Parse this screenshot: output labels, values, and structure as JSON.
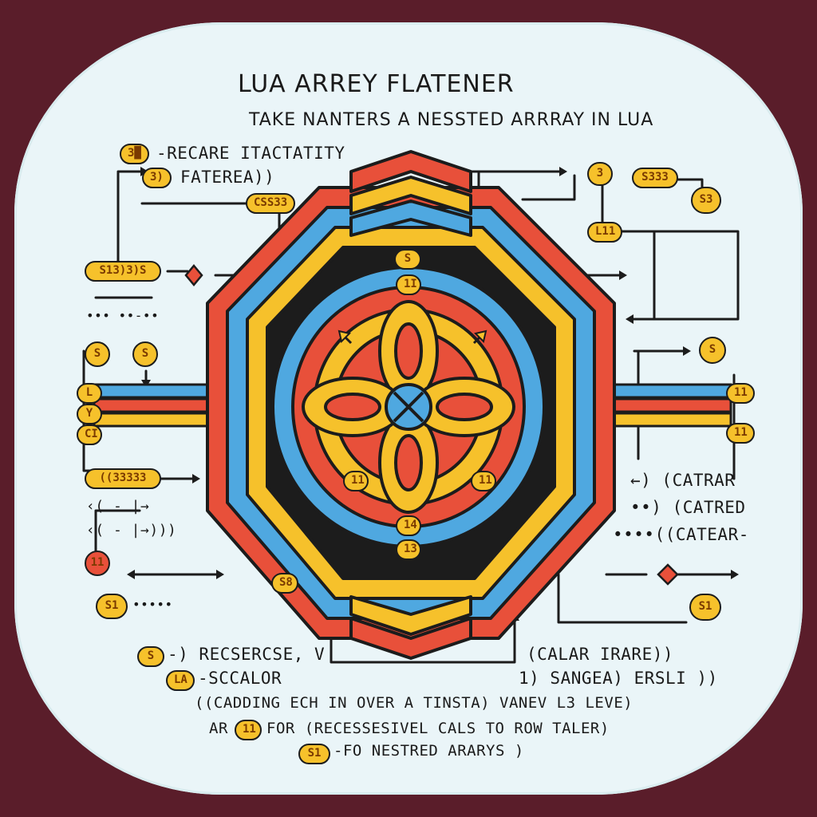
{
  "header": {
    "title": "LUA ARREY FLATENER",
    "subtitle": "TAKE NANTERS A NESSTED ARRRAY IN LUA"
  },
  "top_left_notes": {
    "badge_1": "3█",
    "line_1": "-RECARE ITACTATITY",
    "badge_2": "3)",
    "line_2": "FATEREA))"
  },
  "badges": {
    "top_chain": "CSS33",
    "left_chain": "S13)3)S",
    "left_pair_a": "S",
    "left_pair_b": "S",
    "left_stack_1": "L",
    "left_stack_2": "Y",
    "left_stack_3": "CI",
    "left_bottom_chain": "((33333",
    "left_red_dot": "11",
    "left_bottom_badge": "S1",
    "top_right_1": "3",
    "top_right_chain": "S333",
    "top_right_2": "S3",
    "top_right_3": "L11",
    "right_mid": "S",
    "right_stack_1": "11",
    "right_stack_2": "11",
    "right_bottom_badge": "S1",
    "center_1": "S",
    "center_2": "1I",
    "center_3": "11",
    "center_4": "14",
    "center_5": "13",
    "center_6": "S8",
    "center_7": "11"
  },
  "left_notes": {
    "dots_top": "•••  ••-••",
    "arrows_1": "‹( - |→",
    "arrows_2": "‹( - |→)))",
    "dots_bottom": "•••••"
  },
  "right_notes": {
    "line_1": "←) (CATRAR",
    "line_2": "••) (CATRED",
    "line_3": "••••((CATEAR-"
  },
  "bottom_notes": {
    "badge_a": "S",
    "line_a": "-) RECSERCSE, V",
    "badge_b": "LA",
    "line_b": "-SCCALOR",
    "right_a": "(CALAR IRARE))",
    "right_b": "1) SANGEA) ERSLI ))",
    "line_c": "((CADDING ECH IN OVER A TINSTA) VANEV L3 LEVE)",
    "line_d_pre": "AR",
    "badge_d": "11",
    "line_d_post": "FOR (RECESSESIVEL CALS TO ROW TALER)",
    "badge_e": "S1",
    "line_e": "-FO NESTRED ARARYS )"
  },
  "colors": {
    "background": "#5a1d2a",
    "panel": "#eaf5f8",
    "red": "#e8503a",
    "yellow": "#f6c12b",
    "blue": "#4fa8e0",
    "outline": "#1c1c1c"
  }
}
